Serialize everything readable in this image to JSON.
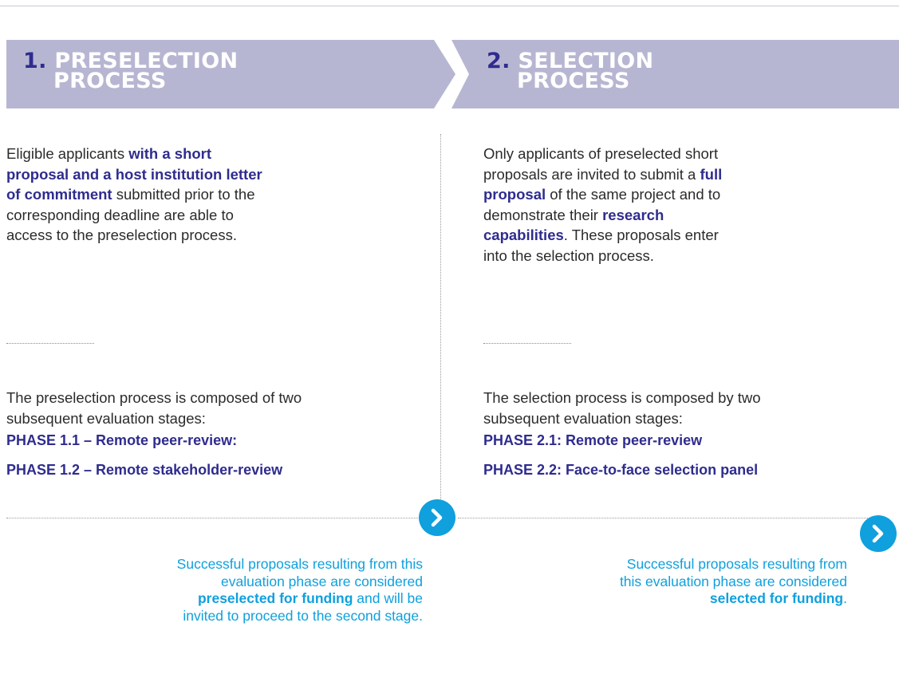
{
  "banners": [
    {
      "number": "1.",
      "line1": "PRESELECTION",
      "line2": "PROCESS"
    },
    {
      "number": "2.",
      "line1": "SELECTION",
      "line2": "PROCESS"
    }
  ],
  "colors": {
    "banner": "#b7b6d2",
    "navy": "#2f2c8e",
    "cyan": "#0fa0dd",
    "text": "#2b2b2b"
  },
  "left": {
    "intro": [
      {
        "t": "Eligible applicants ",
        "b": false
      },
      {
        "t": "with a short proposal and a host institution letter of commitment",
        "b": true
      },
      {
        "t": " submitted prior to the corresponding deadline are able to access to the preselection process.",
        "b": false
      }
    ],
    "stages_intro": "The preselection process is composed of two subsequent evaluation stages:",
    "phases": [
      "PHASE 1.1 – Remote peer-review:",
      "PHASE 1.2 – Remote stakeholder-review"
    ],
    "result": [
      {
        "t": "Successful proposals resulting from this evaluation phase are considered ",
        "b": false
      },
      {
        "t": "preselected for funding",
        "b": true
      },
      {
        "t": " and will be invited to proceed to the second stage.",
        "b": false
      }
    ]
  },
  "right": {
    "intro": [
      {
        "t": "Only applicants of preselected short proposals are invited to submit a ",
        "b": false
      },
      {
        "t": "full proposal",
        "b": true
      },
      {
        "t": " of the same project and to demonstrate their ",
        "b": false
      },
      {
        "t": "research capabilities",
        "b": true
      },
      {
        "t": ". These proposals enter into the selection process.",
        "b": false
      }
    ],
    "stages_intro": "The selection process is composed by two subsequent evaluation stages:",
    "phases": [
      "PHASE 2.1: Remote peer-review",
      "PHASE 2.2: Face-to-face selection panel"
    ],
    "result": [
      {
        "t": "Successful proposals resulting from this evaluation phase are considered ",
        "b": false
      },
      {
        "t": "selected for funding",
        "b": true
      },
      {
        "t": ".",
        "b": false
      }
    ]
  },
  "icons": {
    "next": "chevron-right-icon"
  }
}
